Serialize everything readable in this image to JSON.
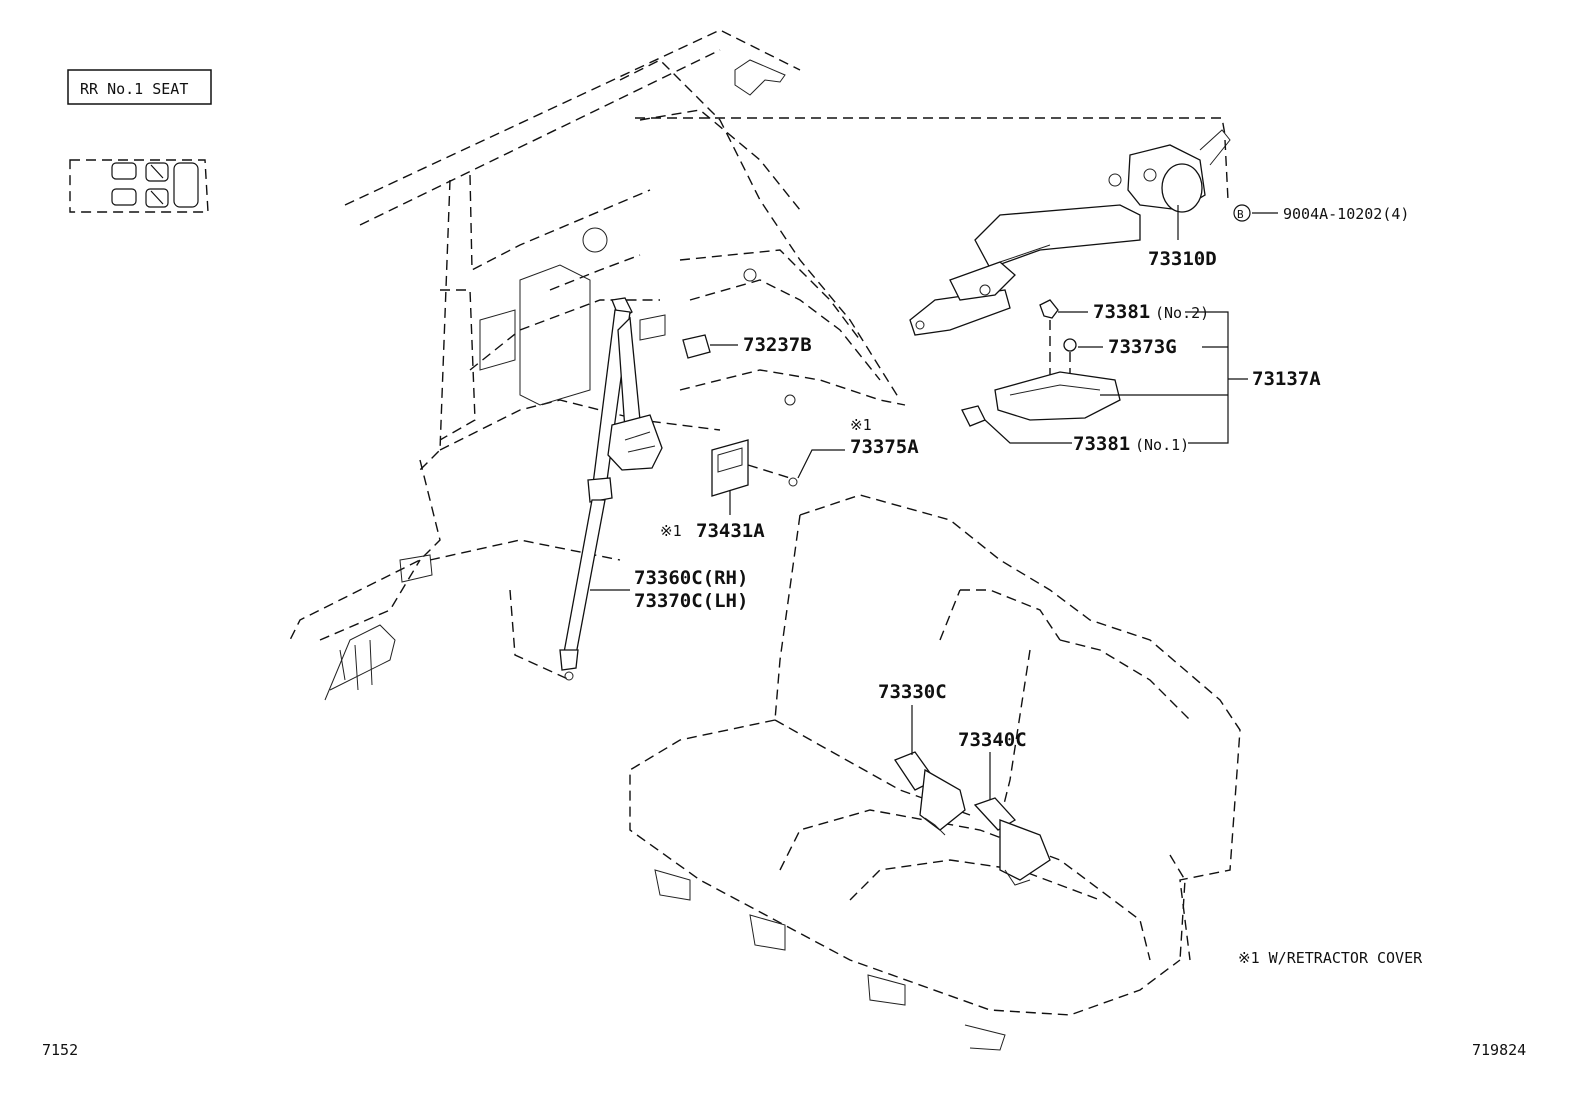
{
  "seat_box": {
    "label": "RR No.1 SEAT"
  },
  "callouts": {
    "p73310D": "73310D",
    "p9004A": "9004A-10202(4)",
    "b_marker": "B",
    "p73381_no2": "73381",
    "p73381_no2_suffix": "(No.2)",
    "p73373G": "73373G",
    "p73137A": "73137A",
    "p73381_no1": "73381",
    "p73381_no1_suffix": "(No.1)",
    "p73237B": "73237B",
    "p73375A_mark": "※1",
    "p73375A": "73375A",
    "p73431A_mark": "※1",
    "p73431A": "73431A",
    "p73360C": "73360C(RH)",
    "p73370C": "73370C(LH)",
    "p73330C": "73330C",
    "p73340C": "73340C"
  },
  "note": "※1 W/RETRACTOR COVER",
  "footer": {
    "left_code": "7152",
    "right_code": "719824"
  },
  "colors": {
    "ink": "#111111",
    "background": "#ffffff"
  }
}
